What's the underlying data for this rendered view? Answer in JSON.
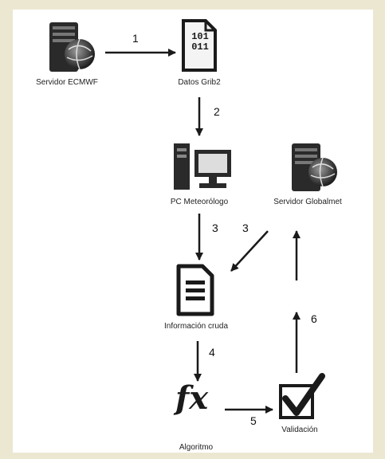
{
  "nodes": {
    "servidor_ecmwf": "Servidor ECMWF",
    "datos_grib2": "Datos Grib2",
    "datos_icon_text": [
      "101",
      "011"
    ],
    "pc_meteorologo": "PC Meteorólogo",
    "servidor_globalmet": "Servidor Globalmet",
    "informacion_cruda": "Información cruda",
    "algoritmo": "Algoritmo",
    "algoritmo_symbol": "fx",
    "validacion": "Validación"
  },
  "steps": [
    "1",
    "2",
    "3",
    "3",
    "4",
    "5",
    "6"
  ],
  "colors": {
    "background": "#ece7d1",
    "panel": "#ffffff",
    "ink": "#1a1a1a"
  }
}
